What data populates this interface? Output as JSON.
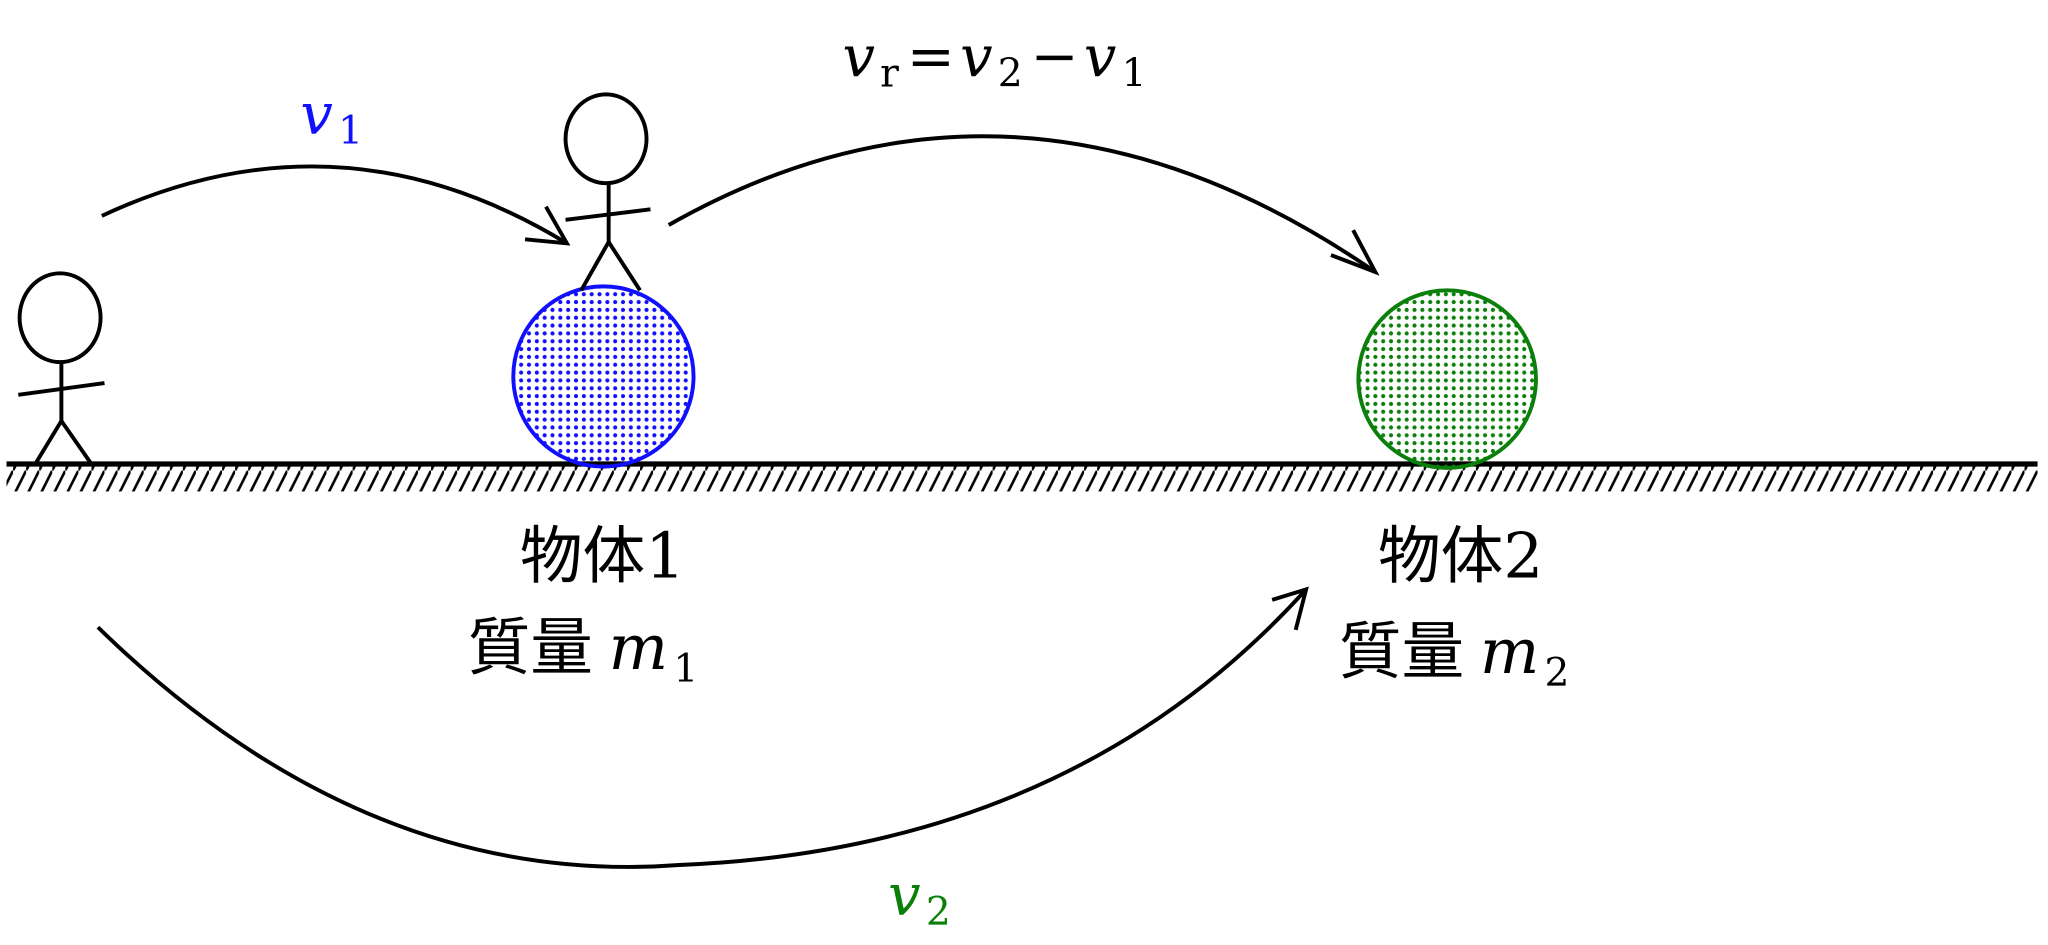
{
  "colors": {
    "object1": "#1010ff",
    "object2": "#0a800a",
    "ink": "#000000"
  },
  "labels": {
    "v1": {
      "symbol": "v",
      "sub": "1"
    },
    "v2": {
      "symbol": "v",
      "sub": "2"
    },
    "relation": {
      "lhs": "v",
      "lhs_sub": "r",
      "eq": "=",
      "a": "v",
      "a_sub": "2",
      "minus": "−",
      "b": "v",
      "b_sub": "1"
    },
    "object1": {
      "name": "物体1",
      "mass_word": "質量",
      "mass_symbol": "m",
      "mass_sub": "1"
    },
    "object2": {
      "name": "物体2",
      "mass_word": "質量",
      "mass_symbol": "m",
      "mass_sub": "2"
    }
  }
}
